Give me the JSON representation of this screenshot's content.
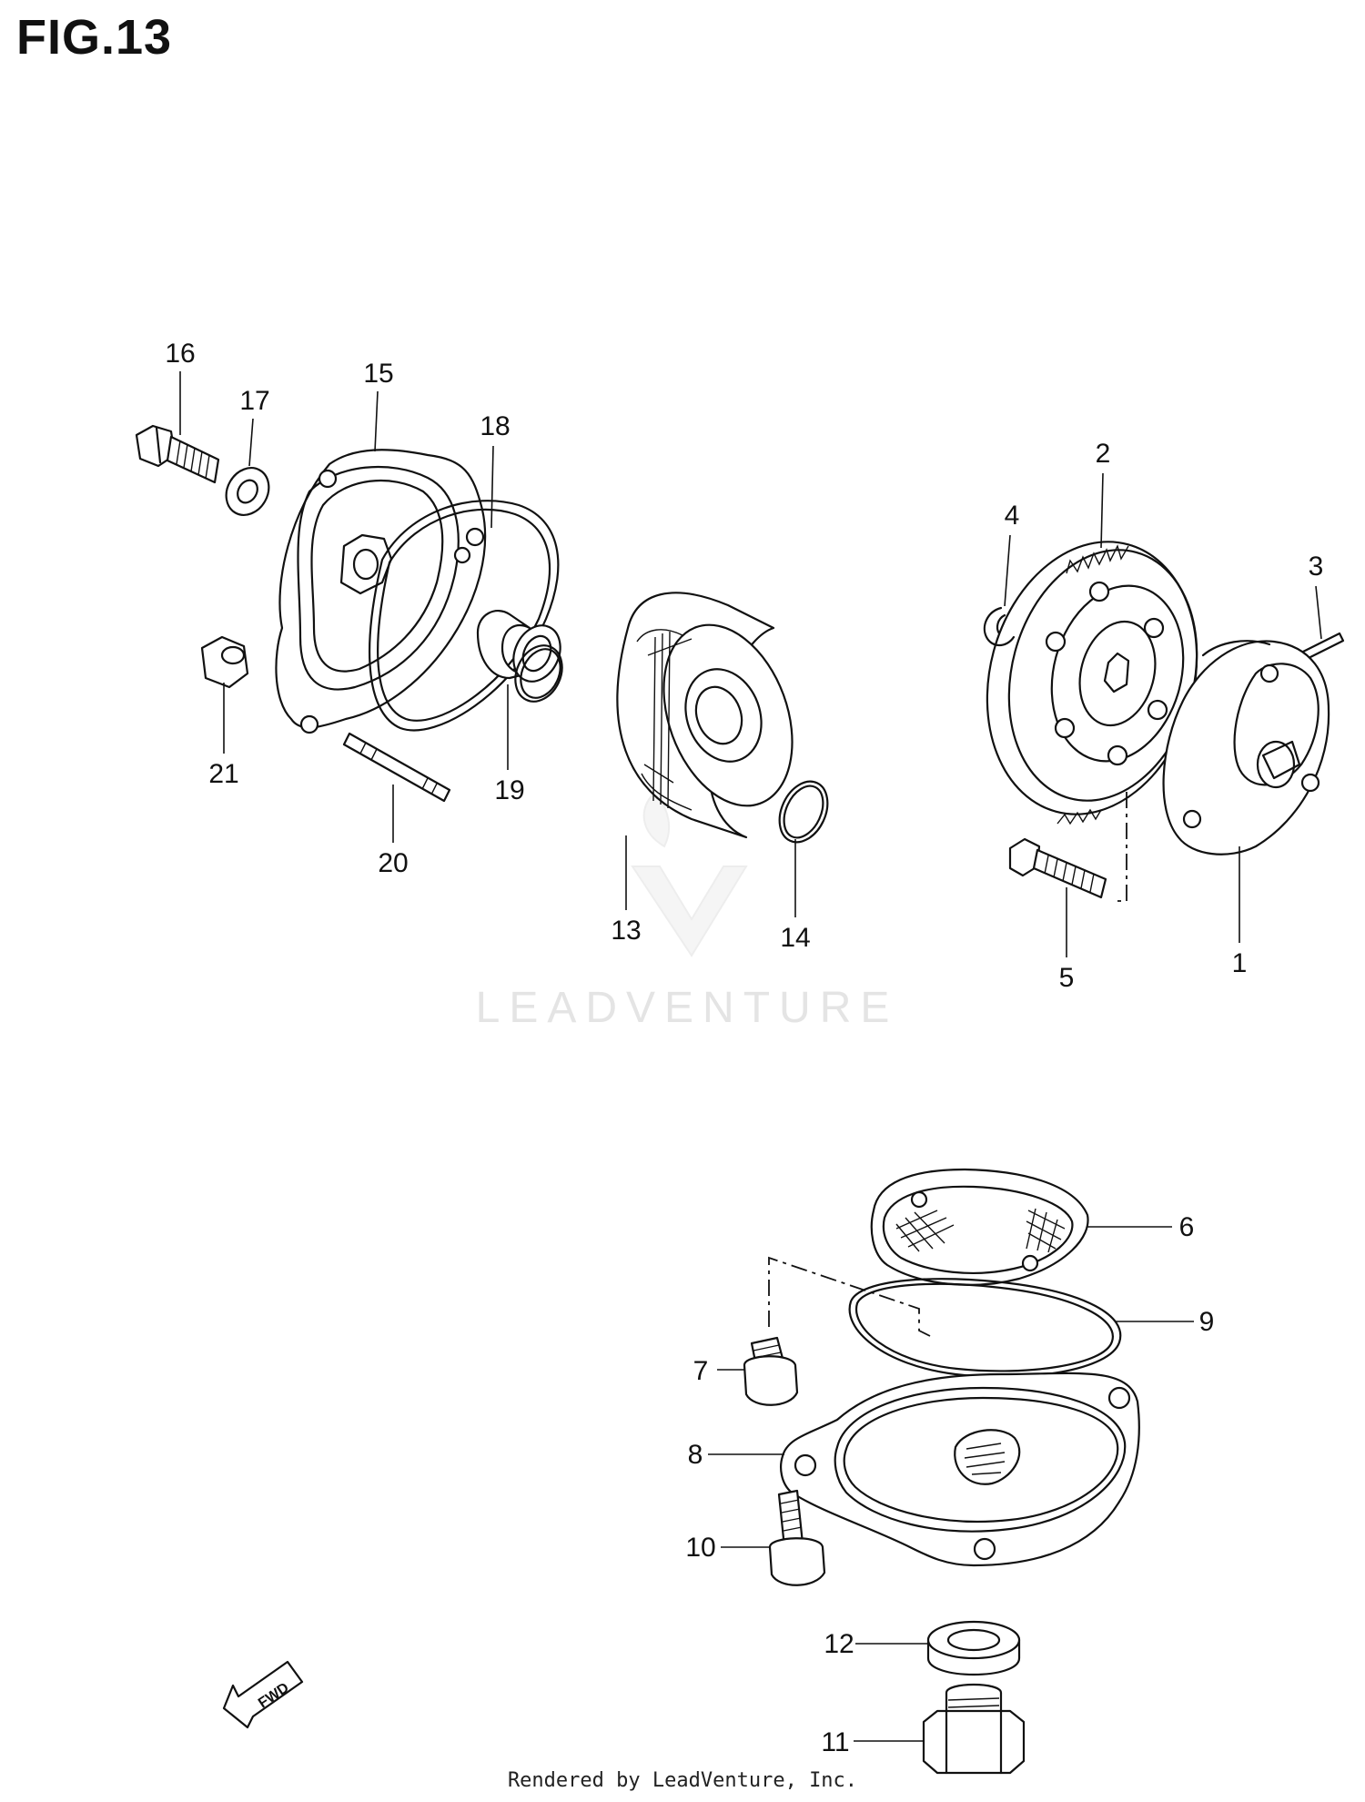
{
  "figure": {
    "title": "FIG.13"
  },
  "watermark": "LEADVENTURE",
  "footer": "Rendered by LeadVenture, Inc.",
  "fwd_label": "FWD",
  "callouts": [
    "1",
    "2",
    "3",
    "4",
    "5",
    "6",
    "7",
    "8",
    "9",
    "10",
    "11",
    "12",
    "13",
    "14",
    "15",
    "16",
    "17",
    "18",
    "19",
    "20",
    "21"
  ]
}
